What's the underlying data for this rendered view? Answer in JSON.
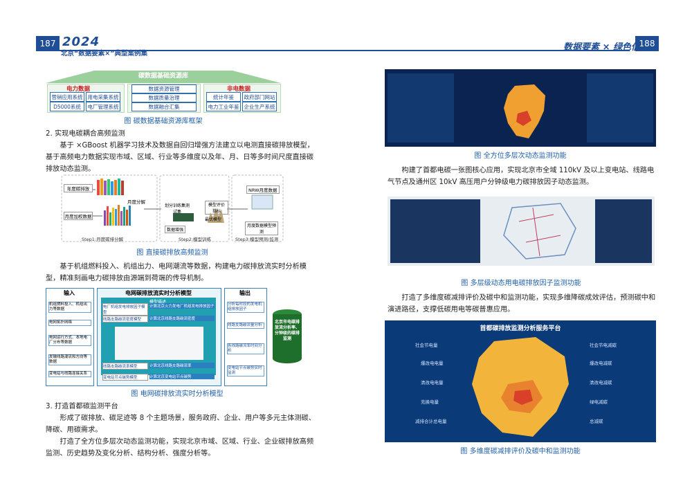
{
  "header": {
    "left_page_number": "187",
    "right_page_number": "188",
    "logo_year": "2024",
    "logo_subtitle": "北京“数据要素×”典型案例集",
    "series_title": "数据要素 × 绿色低碳"
  },
  "left": {
    "fig1": {
      "roof_title": "碳数据基础资源库",
      "power_label": "电力数据",
      "nonpower_label": "非电数据",
      "power_items": [
        "营销应用系统",
        "用电采集系统",
        "D5000系统",
        "电厂管理系统"
      ],
      "center_items": [
        "数据资源管理",
        "数据质量治理",
        "数据融合汇集"
      ],
      "nonpower_items": [
        "统计年鉴",
        "政府部门网站",
        "电力工业年鉴",
        "企业生产系统"
      ],
      "caption": "图 碳数据基础资源库框架"
    },
    "section2_title": "2. 实现电碳耦合高频监测",
    "para1": "基于 ×GBoost 机器学习技术及数据自回归增强方法建立以电测直接碳排放模型，基于高频电力数据实现市域、区域、行业等多维度以及年、月、日等多时间尺度直接碳排放动态监测。",
    "fig2": {
      "annual_label": "年度碳排放",
      "monthly_label": "月度加权数据",
      "split_label": "月度分解",
      "features_label": "划分训练集测试集",
      "augment_label": "数据增强",
      "eval_label": "模型评价指标",
      "optimal_label": "最优模型",
      "nrw_label": "NRW月度数据",
      "predict_label": "月度数据模型预测",
      "step1": "Step1:月度碳排分解",
      "step2": "Step2:模型训练",
      "step3": "Step3:模型预测/监测",
      "caption": "图 直接碳排放高频监测"
    },
    "para2": "基于机组燃料投入、机组出力、电网潮流等数据，构建电力碳排放流实时分析模型，精准刻画电力碳排放由源端到荷端的传导机制。",
    "fig3": {
      "title": "电网碳排放流实时分析模型",
      "input_label": "输入",
      "output_label": "输出",
      "inputs": [
        "机组燃料投入、机组出力等数据",
        "电网拓扑网络",
        "电网运行方式、本地电厂分布等数据",
        "发输线路潮流和方向等数据",
        "变电站与线路连接关系"
      ],
      "models": [
        "电厂机组发电排放因子模型",
        "线路支路碳流密度模型",
        "线路支路碳流率模型",
        "变电站节点碳势模型"
      ],
      "model_center": "模型描述",
      "calcs": [
        "计算北京火力发电厂机组发电排放因子",
        "计算北京线路支路碳流密度",
        "计算北京线路支路碳流率",
        "计算北京变电站节点碳势"
      ],
      "outputs": [
        "分析每时段的发电机组排放因子",
        "线路支路碳流量分析",
        "各线路碳流率时间分析",
        "变电站节点碳势实时监测"
      ],
      "db_label": "北京市电碳排放流分析率、分钟级的碳排监测",
      "caption": "图 电网碳排放流实时分析模型"
    },
    "section3_title": "3. 打造首都碳监测平台",
    "para3": "形成了碳排放、碳足迹等 8 个主题场景，服务政府、企业、用户等多元主体测碳、降碳、用碳需求。",
    "para4": "打造了全方位多层次动态监测功能，实现北京市域、区域、行业、企业碳排放高频监测、历史趋势及变化分析、结构分析、强度分析等。"
  },
  "right": {
    "fig4_caption": "图 全方位多层次动态监测功能",
    "para1": "构建了首都电碳一张图核心应用，实现北京市全域 110kV 及以上变电站、线路电气节点及通州区 10kV 高压用户分钟级电力碳排放因子动态监测。",
    "fig5_caption": "图 多层级动态用电碳排放因子监测功能",
    "para2": "打造了多维度碳减排评价及碳中和监测功能，实现多维降碳成效评估，预测碳中和演进路径，支撑低碳用电等碳普惠应用。",
    "fig6": {
      "title": "首都碳排放监测分析服务平台",
      "left_items": [
        "社会节电量",
        "爆改电电量",
        "清改电电量",
        "充换电量",
        "减排合计总电量"
      ],
      "right_items": [
        "社会节电减碳",
        "爆改电减碳",
        "清改电减碳",
        "绿电减碳",
        "总减碳"
      ],
      "caption": "图 多维度碳减排评价及碳中和监测功能"
    }
  },
  "colors": {
    "brand_blue": "#1f4e96",
    "caption_blue": "#1f5fa8",
    "dashboard_bg": "#0b2350",
    "map_orange": "#f0a030",
    "map_red": "#d8402a"
  }
}
